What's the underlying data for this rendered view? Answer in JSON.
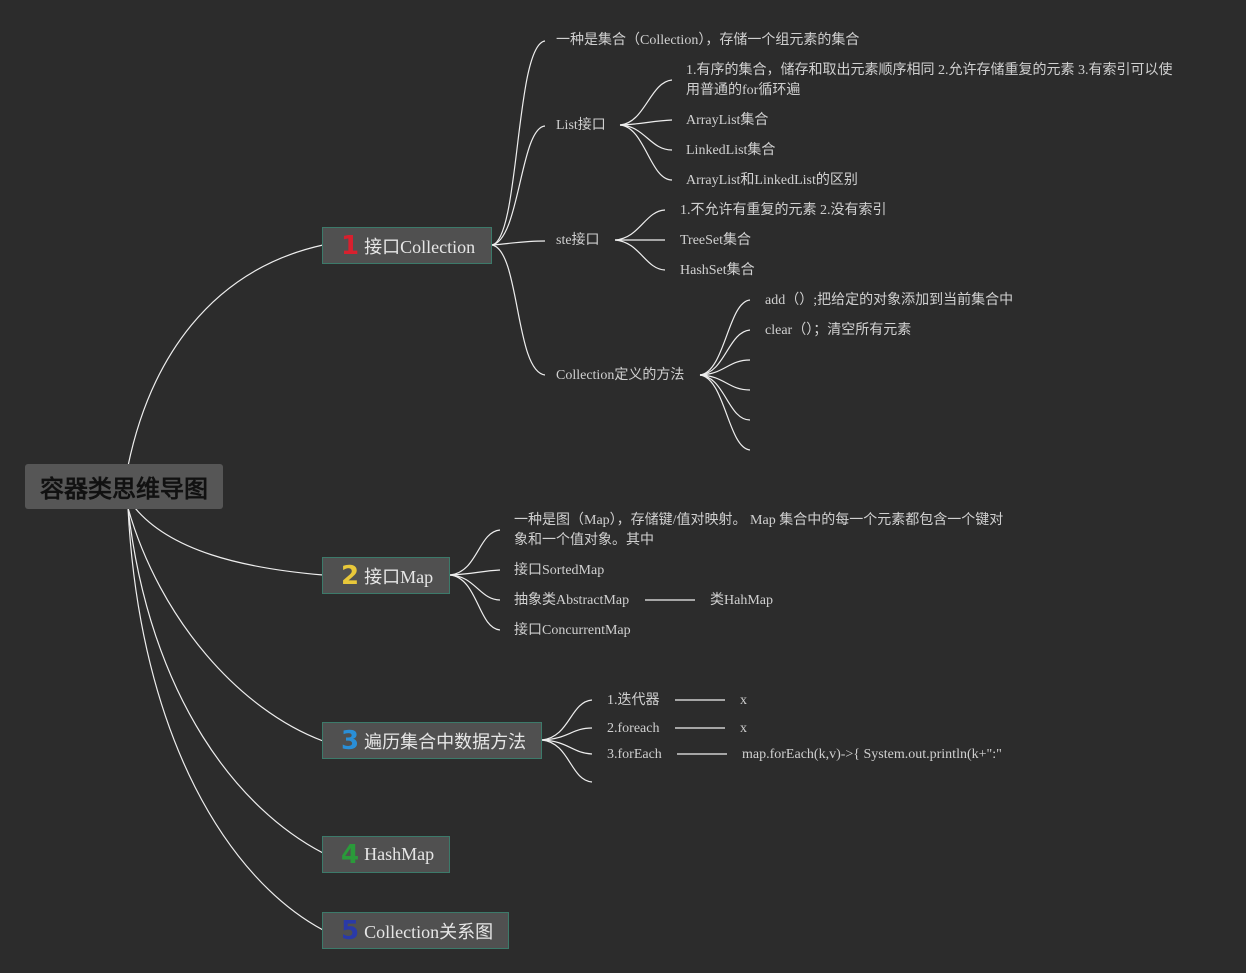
{
  "root": {
    "label": "容器类思维导图"
  },
  "branches": [
    {
      "num": "1",
      "num_color": "#d8202e",
      "label": "接口Collection",
      "children": [
        {
          "label": "一种是集合（Collection），存储一个组元素的集合"
        },
        {
          "label": "List接口",
          "children": [
            "1.有序的集合，储存和取出元素顺序相同 2.允许存储重复的元素 3.有索引可以使用普通的for循环遍",
            "ArrayList集合",
            "LinkedList集合",
            "ArrayList和LinkedList的区别"
          ]
        },
        {
          "label": "ste接口",
          "children": [
            "1.不允许有重复的元素 2.没有索引",
            "TreeSet集合",
            "HashSet集合"
          ]
        },
        {
          "label": "Collection定义的方法",
          "children": [
            "add（）;把给定的对象添加到当前集合中",
            "clear（）；清空所有元素"
          ]
        }
      ]
    },
    {
      "num": "2",
      "num_color": "#e8c83a",
      "label": "接口Map",
      "children": [
        {
          "label": "一种是图（Map），存储键/值对映射。 Map 集合中的每一个元素都包含一个键对象和一个值对象。其中"
        },
        {
          "label": "接口SortedMap"
        },
        {
          "label": "抽象类AbstractMap",
          "detail": "类HahMap"
        },
        {
          "label": "接口ConcurrentMap"
        }
      ]
    },
    {
      "num": "3",
      "num_color": "#2a8fd8",
      "label": "遍历集合中数据方法",
      "children": [
        {
          "label": "1.迭代器",
          "detail": "x"
        },
        {
          "label": "2.foreach",
          "detail": "x"
        },
        {
          "label": "3.forEach",
          "detail": "map.forEach(k,v)->{ System.out.println(k+\":\""
        }
      ]
    },
    {
      "num": "4",
      "num_color": "#2a9a3a",
      "label": "HashMap"
    },
    {
      "num": "5",
      "num_color": "#2a3aa8",
      "label": "Collection关系图"
    }
  ]
}
